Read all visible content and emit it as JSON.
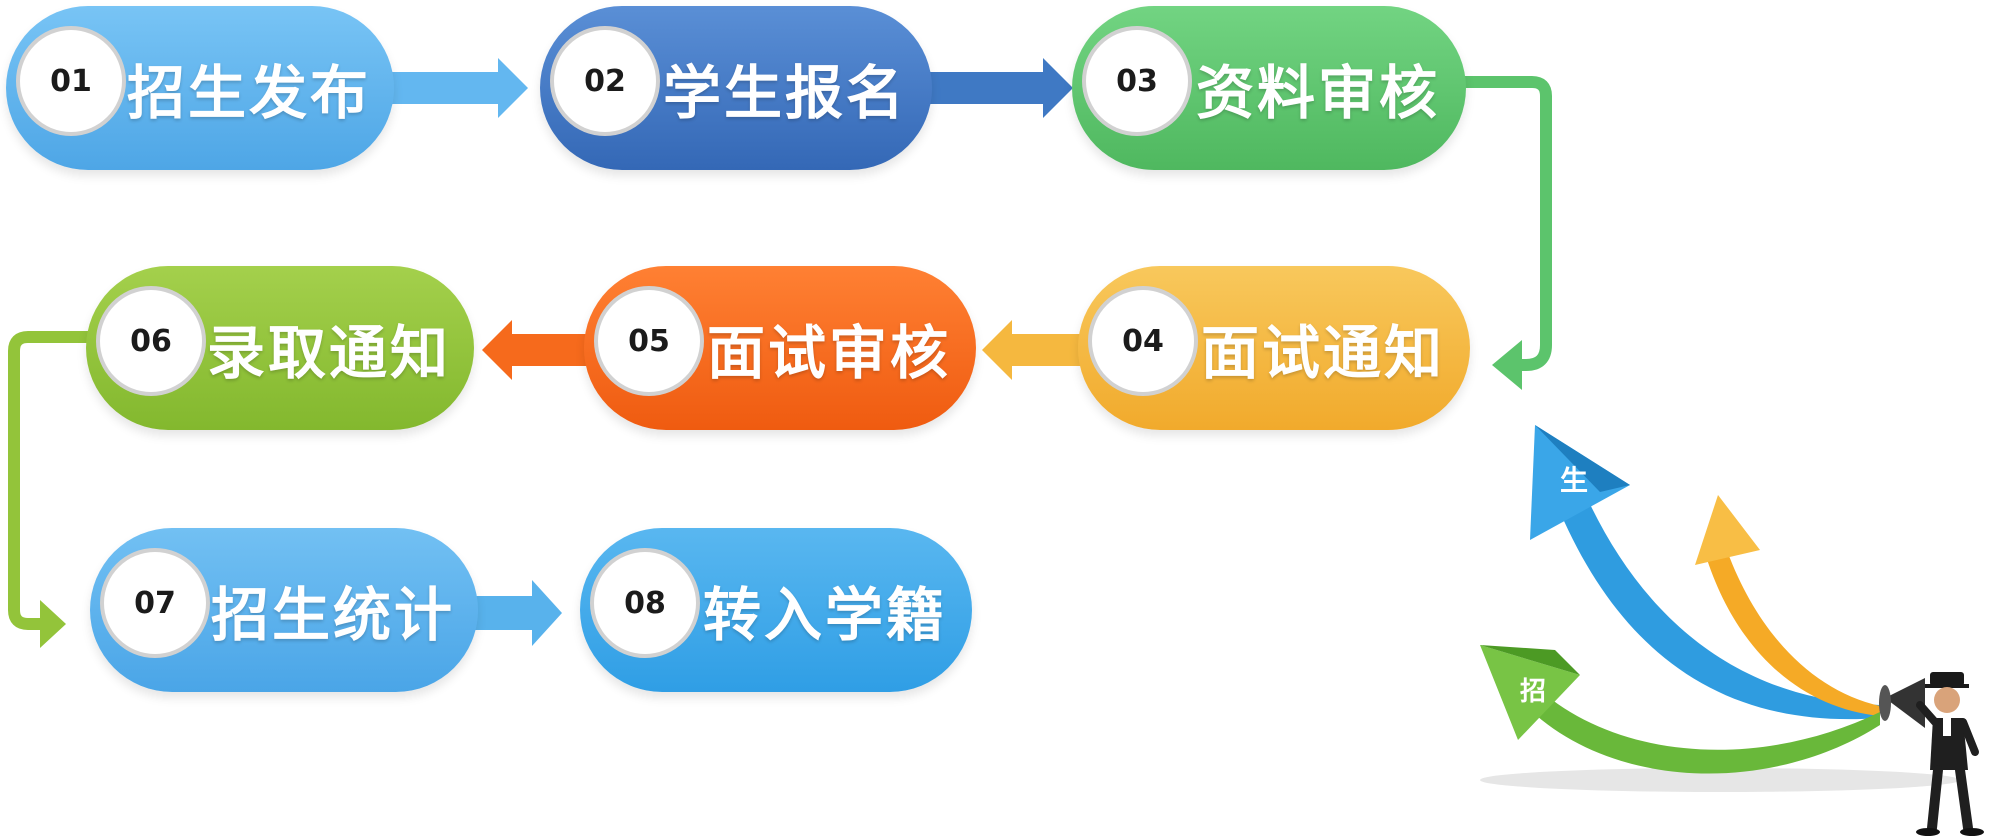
{
  "steps": [
    {
      "num": "01",
      "label": "招生发布",
      "color": "#5fb3ee"
    },
    {
      "num": "02",
      "label": "学生报名",
      "color": "#3f79c4"
    },
    {
      "num": "03",
      "label": "资料审核",
      "color": "#5cc46c"
    },
    {
      "num": "04",
      "label": "面试通知",
      "color": "#f5b83f"
    },
    {
      "num": "05",
      "label": "面试审核",
      "color": "#f66a1c"
    },
    {
      "num": "06",
      "label": "录取通知",
      "color": "#93c43a"
    },
    {
      "num": "07",
      "label": "招生统计",
      "color": "#58b2ec"
    },
    {
      "num": "08",
      "label": "转入学籍",
      "color": "#3ba8ea"
    }
  ],
  "illustration": {
    "arrow_labels": [
      "生",
      "招"
    ],
    "colors": {
      "blue": "#2f9ce0",
      "orange": "#f5aa26",
      "green": "#69b83a"
    }
  }
}
